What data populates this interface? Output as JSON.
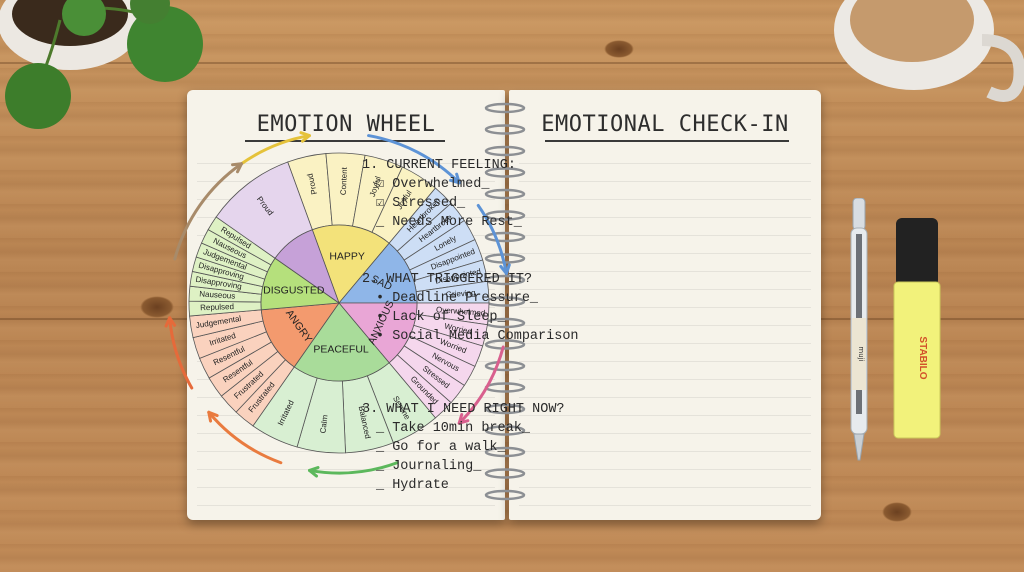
{
  "left_page": {
    "title": "EMOTION WHEEL",
    "core_emotions": [
      "HAPPY",
      "SAD",
      "ANXIOUS",
      "PEACEFUL",
      "ANGRY",
      "DISGUSTED"
    ],
    "outer_words": {
      "happy": [
        "Proud",
        "Content",
        "Joyful",
        "Joyful"
      ],
      "sad": [
        "Heartbroken",
        "Heartbroke",
        "Lonely",
        "Disappointed",
        "Disappointed",
        "Grieving"
      ],
      "anxious": [
        "Overwhelmed",
        "Worried",
        "Worried",
        "Nervous",
        "Stressed",
        "Grounded"
      ],
      "peaceful": [
        "Serene",
        "Balanced",
        "Calm",
        "Irritated"
      ],
      "angry": [
        "Frustrated",
        "Frustrated",
        "Resentful",
        "Resentful",
        "Irritated",
        "Judgemental"
      ],
      "disgusted": [
        "Repulsed",
        "Nauseous",
        "Disapproving",
        "Disapproving",
        "Judgemental",
        "Nauseous",
        "Repulsed"
      ],
      "purple": [
        "Proud"
      ]
    }
  },
  "right_page": {
    "title": "EMOTIONAL CHECK-IN",
    "sections": [
      {
        "title": "1. CURRENT FEELING:",
        "items": [
          "☑ Overwhelmed_",
          "☑ Stressed_",
          "_ Needs More Rest_"
        ]
      },
      {
        "title": "2. WHAT TRIGGERED IT?",
        "items": [
          "• Deadline Pressure_",
          "• Lack of Sleep_",
          "• Social Media Comparison"
        ]
      },
      {
        "title": "3. WHAT I NEED RIGHT NOW?",
        "items": [
          "_ Take 10min break_",
          "_ Go for a walk_",
          "_ Journaling_",
          "_ Hydrate"
        ]
      }
    ]
  },
  "props": {
    "pen_label": "muji",
    "marker_label": "STABILO"
  },
  "colors": {
    "happy": "#f3e27a",
    "sad": "#8fb6e8",
    "anxious": "#e9a6d6",
    "peaceful": "#a9dc9a",
    "angry": "#f39a6e",
    "disgusted": "#b5e07c",
    "purple": "#c6a1d8"
  }
}
